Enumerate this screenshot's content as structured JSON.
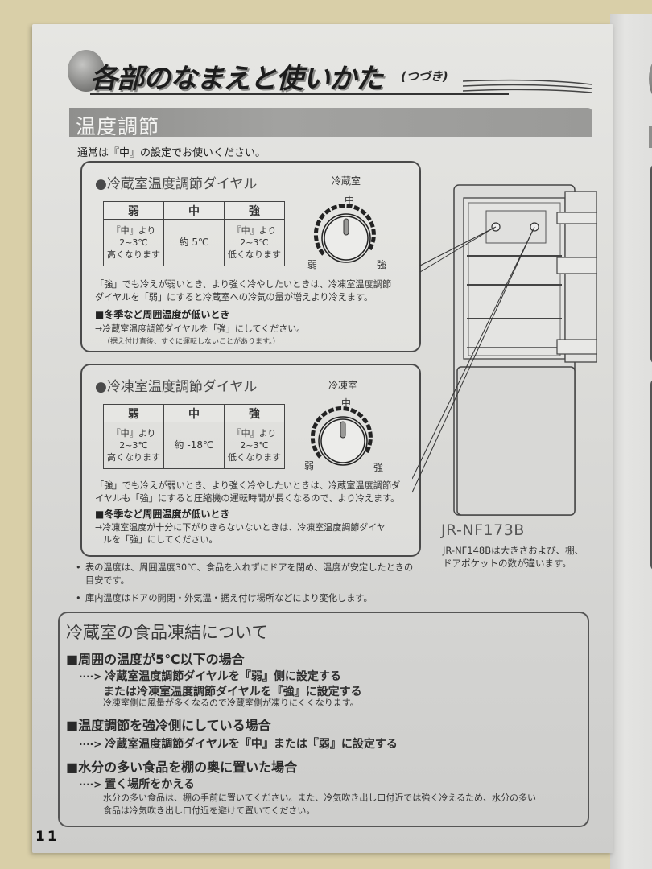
{
  "header": {
    "title": "各部のなまえと使いかた",
    "subtitle": "(つづき)"
  },
  "section": {
    "title": "温度調節",
    "intro": "通常は『中』の設定でお使いください。"
  },
  "fridge_dial": {
    "title": "●冷蔵室温度調節ダイヤル",
    "dial_label": "冷蔵室",
    "dial_mid": "中",
    "dial_weak": "弱",
    "dial_strong": "強",
    "table": {
      "headers": [
        "弱",
        "中",
        "強"
      ],
      "cells": [
        [
          "『中』より",
          "2~3℃",
          "高くなります"
        ],
        [
          "約 5℃"
        ],
        [
          "『中』より",
          "2~3℃",
          "低くなります"
        ]
      ]
    },
    "desc_line1": "「強」でも冷えが弱いとき、より強く冷やしたいときは、冷凍室温度調節",
    "desc_line2": "ダイヤルを「弱」にすると冷蔵室への冷気の量が増えより冷えます。",
    "winter_head": "■冬季など周囲温度が低いとき",
    "winter_action": "→冷蔵室温度調節ダイヤルを「強」にしてください。",
    "winter_note": "（据え付け直後、すぐに運転しないことがあります。）"
  },
  "freezer_dial": {
    "title": "●冷凍室温度調節ダイヤル",
    "dial_label": "冷凍室",
    "dial_mid": "中",
    "dial_weak": "弱",
    "dial_strong": "強",
    "table": {
      "headers": [
        "弱",
        "中",
        "強"
      ],
      "cells": [
        [
          "『中』より",
          "2~3℃",
          "高くなります"
        ],
        [
          "約 -18℃"
        ],
        [
          "『中』より",
          "2~3℃",
          "低くなります"
        ]
      ]
    },
    "desc_line1": "「強」でも冷えが弱いとき、より強く冷やしたいときは、冷蔵室温度調節ダ",
    "desc_line2": "イヤルも「強」にすると圧縮機の運転時間が長くなるので、より冷えます。",
    "winter_head": "■冬季など周囲温度が低いとき",
    "winter_action_line1": "→冷凍室温度が十分に下がりきらないないときは、冷凍室温度調節ダイヤ",
    "winter_action_line2": "ルを「強」にしてください。"
  },
  "model": {
    "name": "JR-NF173B",
    "note_line1": "JR-NF148Bは大きさおよび、棚、",
    "note_line2": "ドアポケットの数が違います。"
  },
  "notes": [
    {
      "line1": "表の温度は、周囲温度30℃、食品を入れずにドアを閉め、温度が安定したときの",
      "line2": "目安です。"
    },
    {
      "line1": "庫内温度はドアの開閉・外気温・据え付け場所などにより変化します。",
      "line2": ""
    }
  ],
  "freezing": {
    "title": "冷蔵室の食品凍結について",
    "cases": [
      {
        "head": "■周囲の温度が5℃以下の場合",
        "action1": "冷蔵室温度調節ダイヤルを『弱』側に設定する",
        "action2": "または冷凍室温度調節ダイヤルを『強』に設定する",
        "note": "冷凍室側に風量が多くなるので冷蔵室側が凍りにくくなります。"
      },
      {
        "head": "■温度調節を強冷側にしている場合",
        "action1": "冷蔵室温度調節ダイヤルを『中』または『弱』に設定する"
      },
      {
        "head": "■水分の多い食品を棚の奥に置いた場合",
        "action1": "置く場所をかえる",
        "note_line1": "水分の多い食品は、棚の手前に置いてください。また、冷気吹き出し口付近では強く冷えるため、水分の多い",
        "note_line2": "食品は冷気吹き出し口付近を避けて置いてください。"
      }
    ],
    "arrow": "····>"
  },
  "page_number": "11"
}
